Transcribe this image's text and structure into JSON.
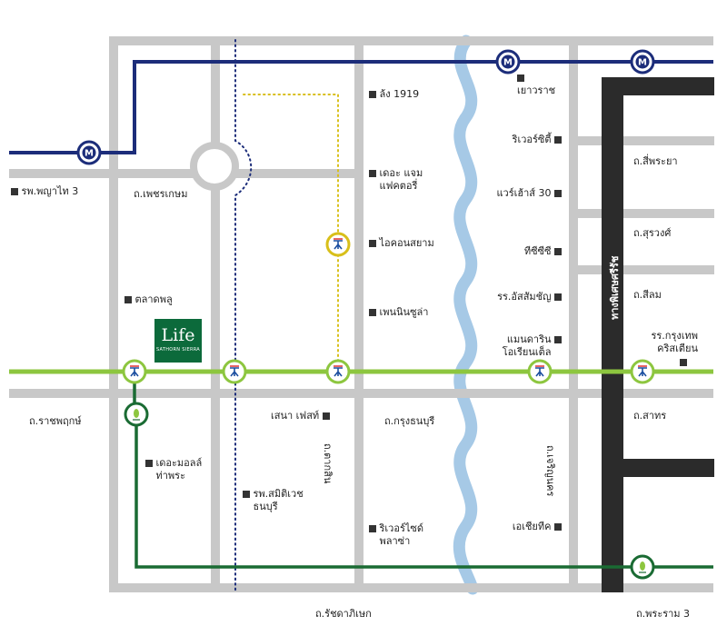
{
  "roads": {
    "petchkasem": "ถ.เพชรเกษม",
    "ratchaphruek": "ถ.ราชพฤกษ์",
    "krung_thonburi": "ถ.กรุงธนบุรี",
    "ratchadaphisek": "ถ.รัชดาภิเษก",
    "rama3": "ถ.พระราม 3",
    "si_phraya": "ถ.สี่พระยา",
    "surawong": "ถ.สุรวงศ์",
    "silom": "ถ.สีลม",
    "sathon": "ถ.สาทร",
    "tak_sin": "ถ.ตากสิน",
    "charoen_nakhon": "ถ.เจริญนคร",
    "expressway": "ทางพิเศษศรีรัช"
  },
  "places": {
    "phyathai3": "รพ.พญาไท 3",
    "talat_phlu": "ตลาดพลู",
    "lhong1919": "ล้ง 1919",
    "the_jam_factory": "เดอะ แจม\nแฟคตอรี่",
    "iconsiam": "ไอคอนสยาม",
    "peninsula": "เพนนินซูล่า",
    "yaowarat": "เยาวราช",
    "river_city": "ริเวอร์ซิตี้",
    "warehouse30": "แวร์เฮ้าส์ 30",
    "cat_tower": "ทีซีซีซี",
    "assumption": "รร.อัสสัมชัญ",
    "mandarin_oriental": "แมนดาริน\nโอเรียนเต็ล",
    "bangkok_christian": "รร.กรุงเทพ\nคริสเตียน",
    "senna_fest": "เสนา เฟสท์",
    "the_mall_thapra": "เดอะมอลล์\nท่าพระ",
    "samitivej_thonburi": "รพ.สมิติเวช\nธนบุรี",
    "riverside_plaza": "ริเวอร์ไซด์\nพลาซ่า",
    "asiatique": "เอเชียทีค"
  },
  "logo": {
    "big": "Life",
    "small": "SATHORN SIERRA"
  },
  "colors": {
    "road": "#c8c8c8",
    "mrt_blue": "#1c2d7a",
    "bts_green": "#8dc63f",
    "bts_gold": "#d8bf1a",
    "purple_line_dark_green": "#1a6b33",
    "river": "#a6c9e6",
    "expressway": "#2b2b2b",
    "blue_dots": "#1c2d7a",
    "logo_bg": "#0c6a3b"
  },
  "icons": {
    "mrt": "M",
    "bts": "bts-station-icon",
    "srt": "srt-station-icon"
  }
}
